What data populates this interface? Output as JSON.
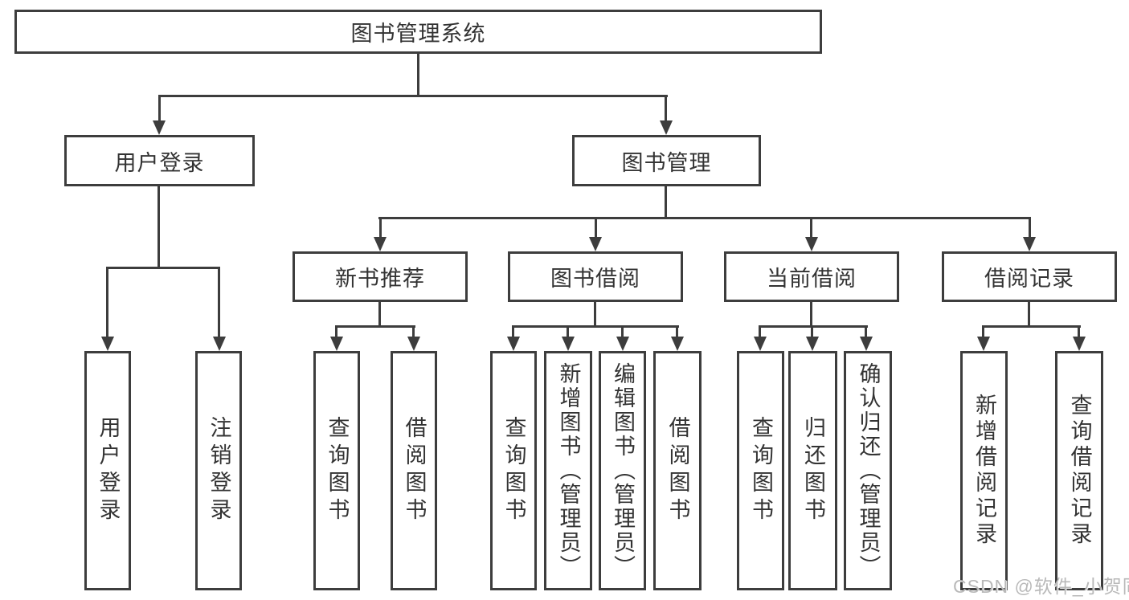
{
  "diagram": {
    "root": "图书管理系统",
    "level2": [
      "用户登录",
      "图书管理"
    ],
    "level3": [
      "新书推荐",
      "图书借阅",
      "当前借阅",
      "借阅记录"
    ],
    "leaves": [
      "用户登录",
      "注销登录",
      "查询图书",
      "借阅图书",
      "查询图书",
      "新增图书（管理员）",
      "编辑图书（管理员）",
      "借阅图书",
      "查询图书",
      "归还图书",
      "确认归还（管理员）",
      "新增借阅记录",
      "查询借阅记录"
    ]
  },
  "watermark": "CSDN @软件_小贺同学",
  "colors": {
    "line": "#3d3d3d",
    "text": "#333333",
    "watermark": "#b9b9b9",
    "background": "#ffffff"
  }
}
